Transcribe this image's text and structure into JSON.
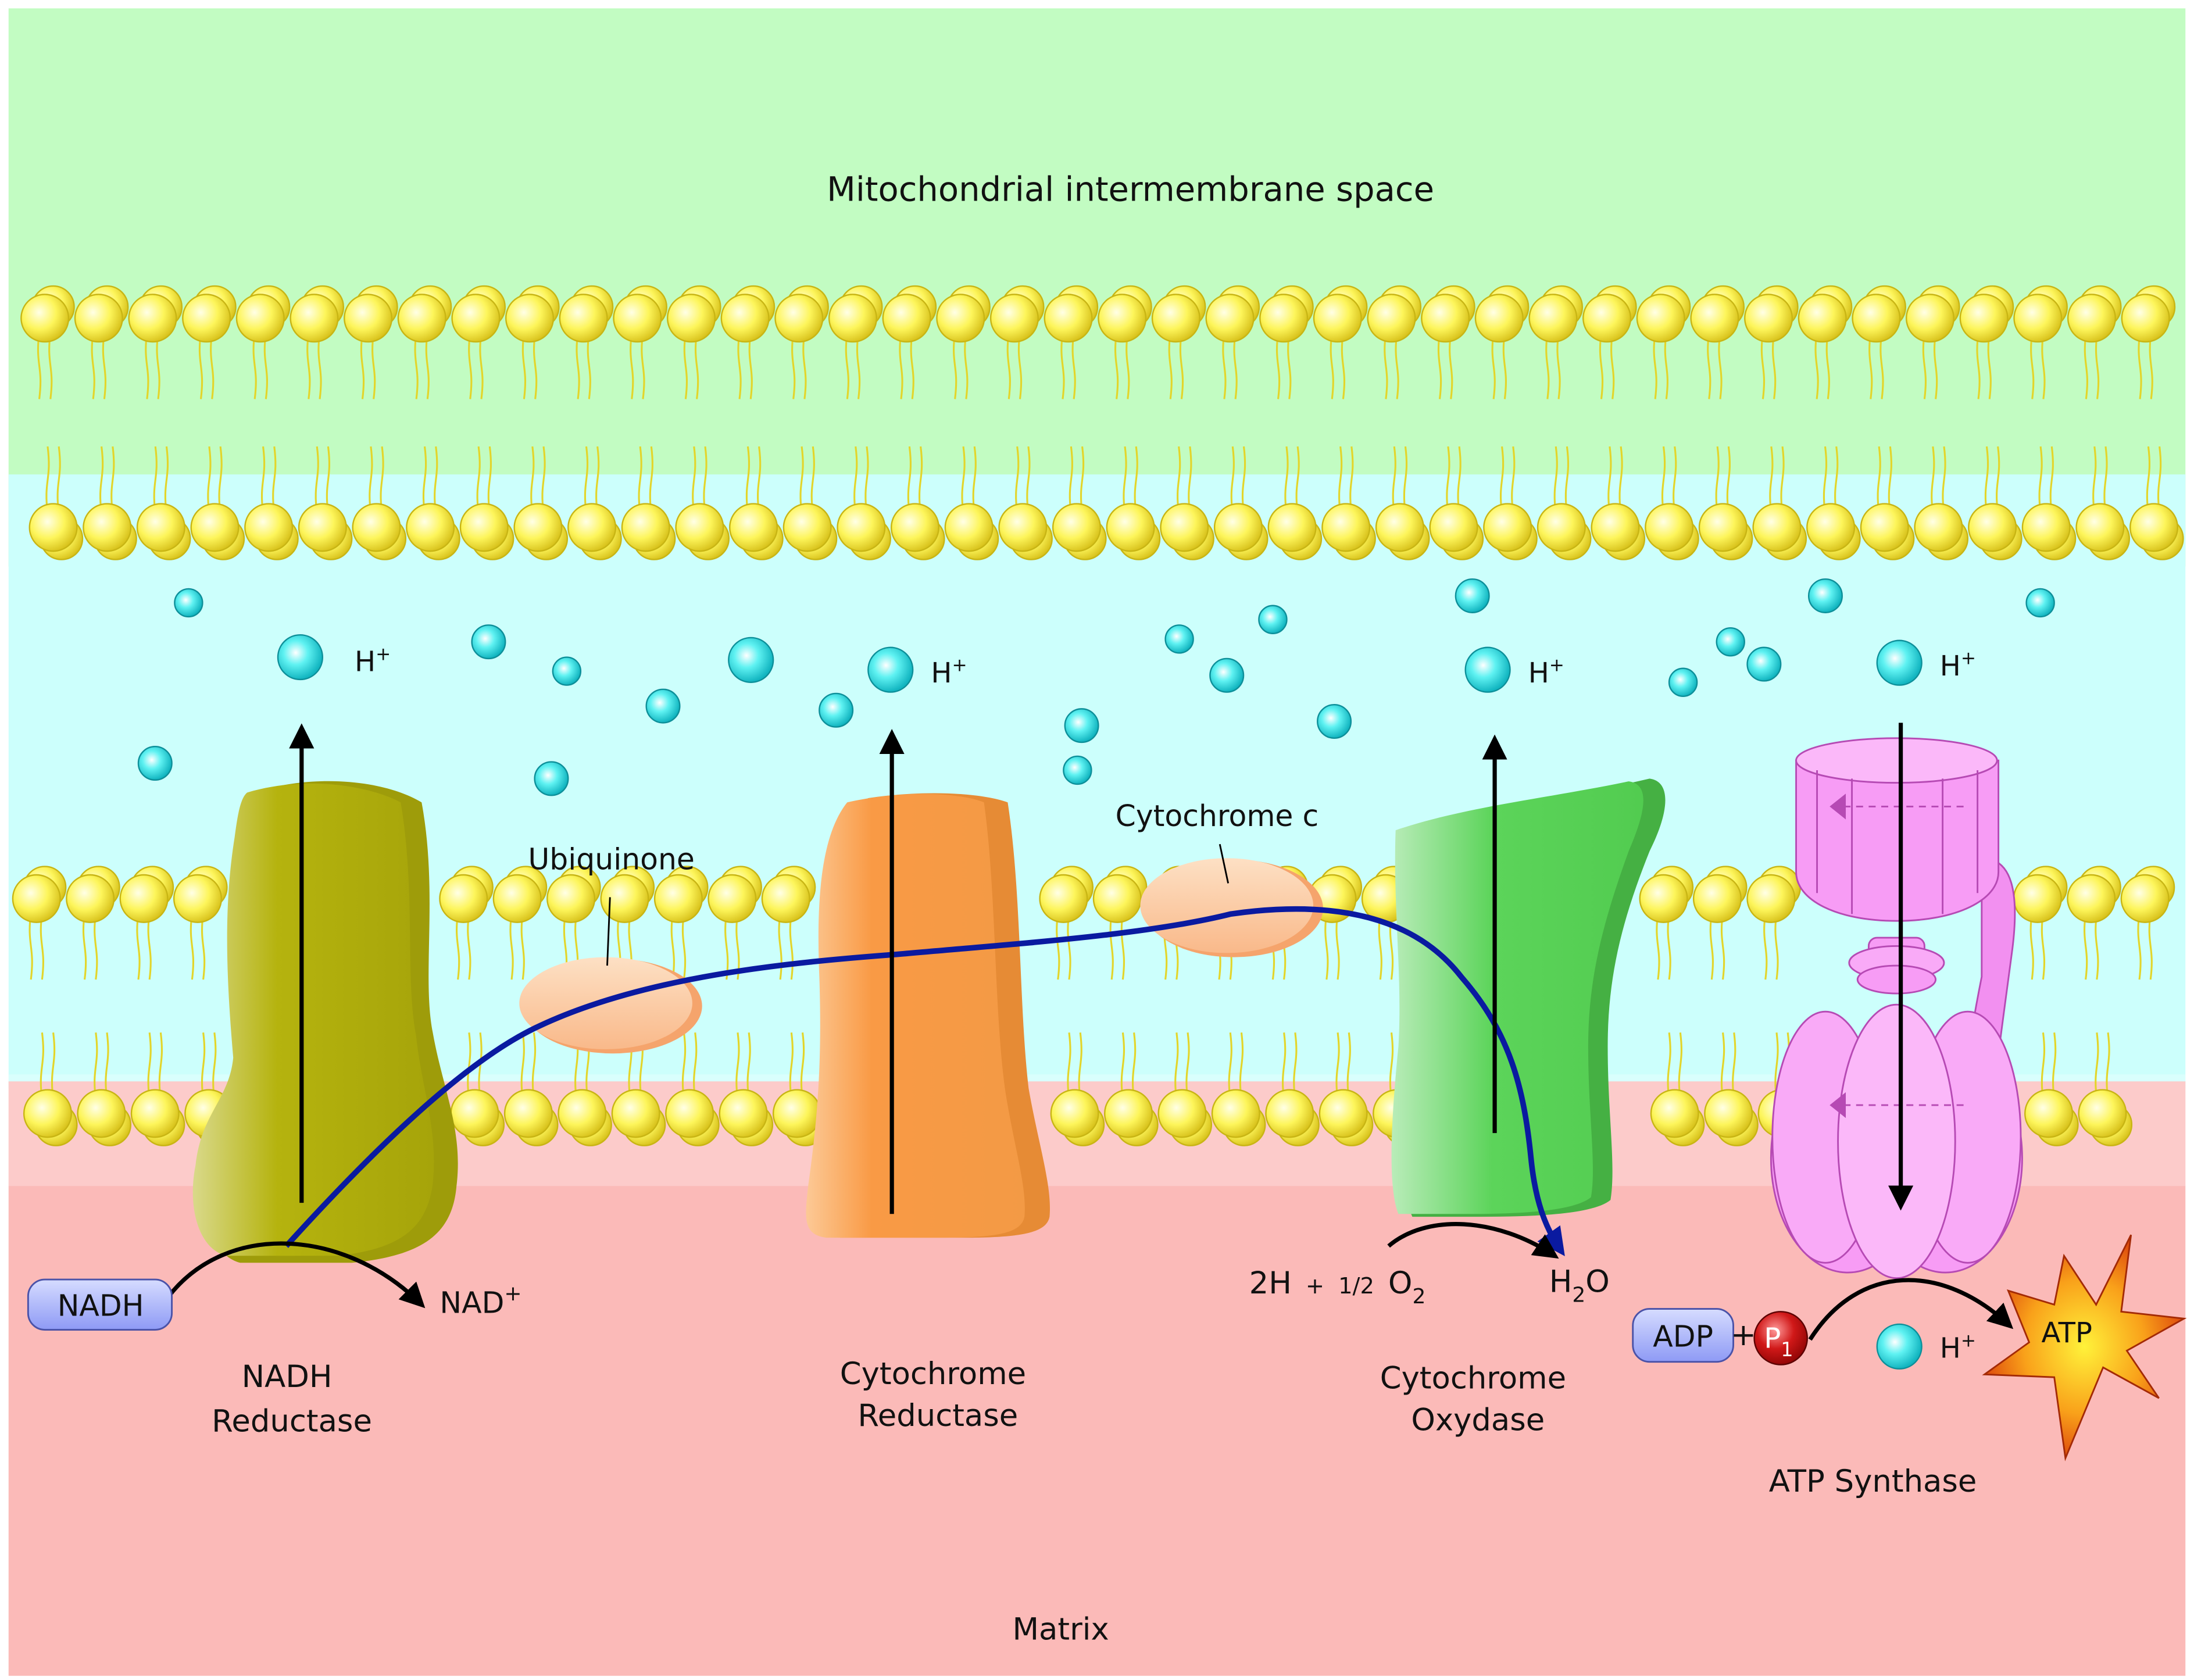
{
  "regions": {
    "intermembrane_label": "Mitochondrial intermembrane space",
    "matrix_label": "Matrix"
  },
  "complexes": {
    "nadh_reductase": {
      "line1": "NADH",
      "line2": "Reductase"
    },
    "cytochrome_reductase": {
      "line1": "Cytochrome",
      "line2": "Reductase"
    },
    "cytochrome_oxydase": {
      "line1": "Cytochrome",
      "line2": "Oxydase"
    },
    "atp_synthase": "ATP Synthase"
  },
  "carriers": {
    "ubiquinone": "Ubiquinone",
    "cytochrome_c": "Cytochrome c"
  },
  "proton": {
    "symbol": "H",
    "charge": "+"
  },
  "reactions": {
    "nadh": "NADH",
    "nad": {
      "base": "NAD",
      "charge": "+"
    },
    "oxygen": {
      "lhs": "2H",
      "plus": "+",
      "half": "1/2",
      "o": "O",
      "o_sub": "2"
    },
    "water": {
      "h": "H",
      "h_sub": "2",
      "o": "O"
    },
    "adp": "ADP",
    "plus": "+",
    "phosphate": {
      "p": "P",
      "sub": "1"
    },
    "atp": "ATP"
  },
  "colors": {
    "intermembrane": "#c2fcc2",
    "membrane_band": "#ccfffc",
    "matrix": "#fbbab8",
    "lipid_head": "#fdf55a",
    "nadh_reductase": "#b5b30e",
    "cytochrome_reductase": "#f99a45",
    "cytochrome_oxydase": "#5cd45a",
    "atp_synthase": "#f79cf5",
    "electron_path": "#0a1aa0",
    "proton": "#2fe6e6"
  }
}
